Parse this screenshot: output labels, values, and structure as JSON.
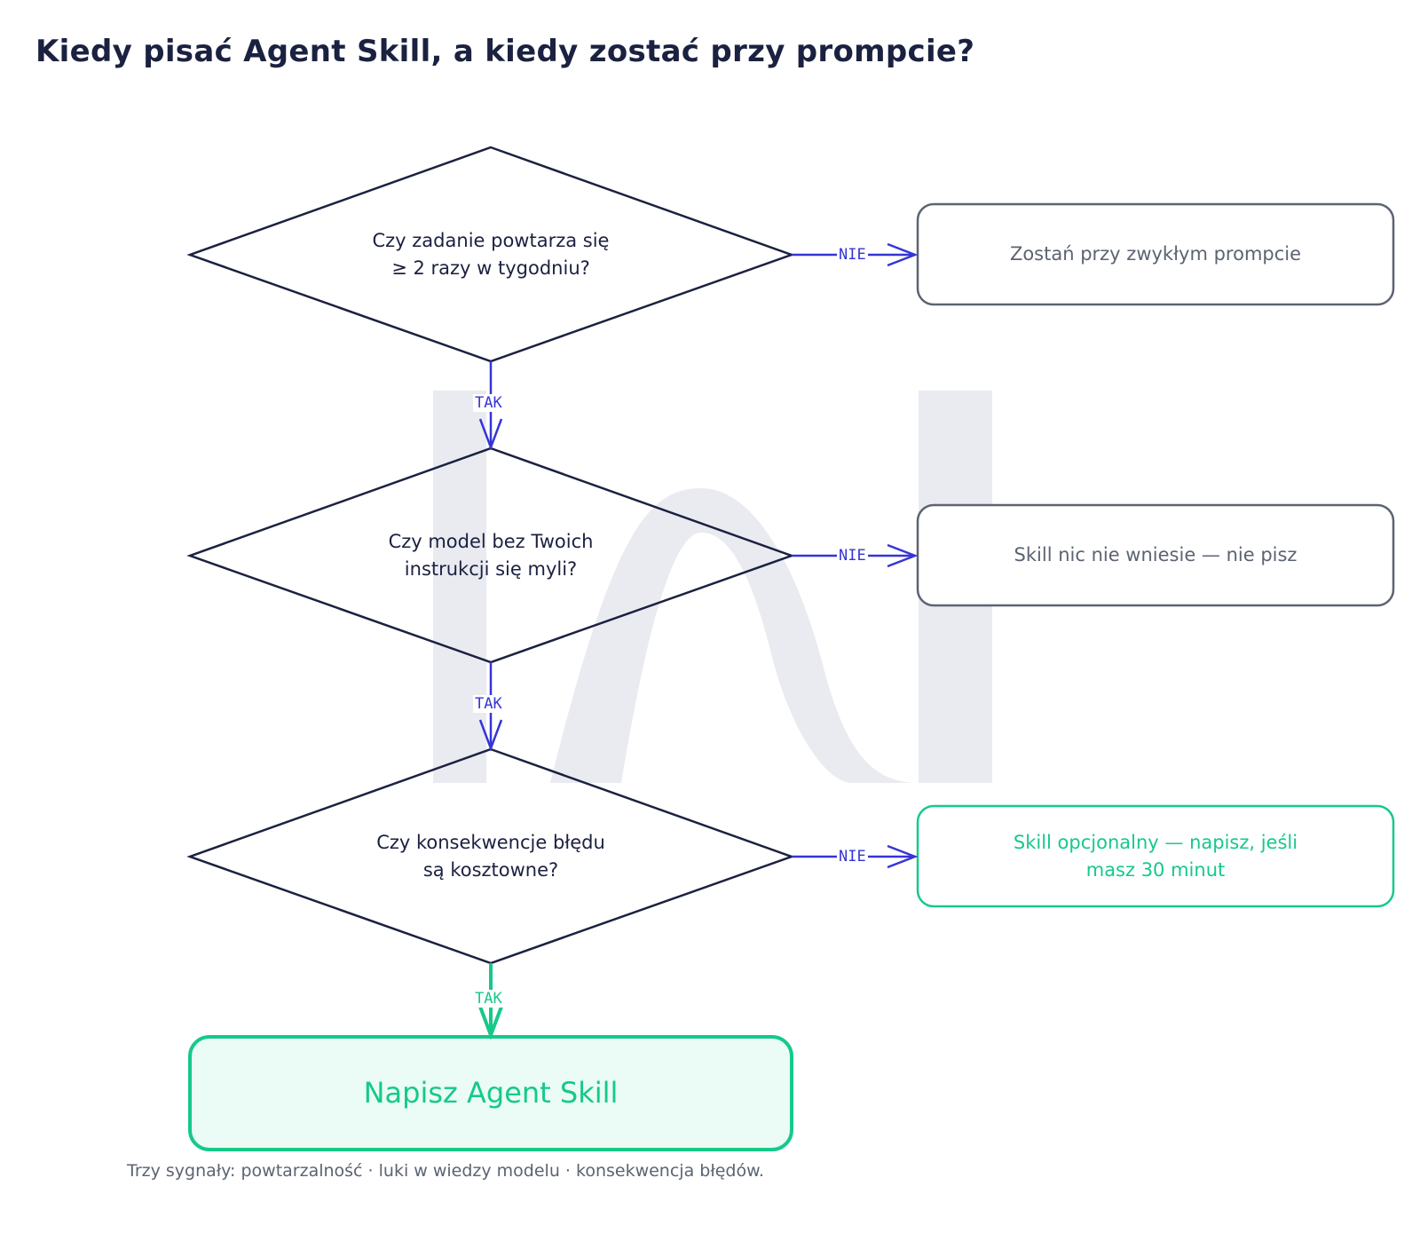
{
  "title": "Kiedy pisać Agent Skill, a kiedy zostać przy prompcie?",
  "colors": {
    "ink": "#1b2140",
    "blue": "#3535d6",
    "green": "#16c98a",
    "gray": "#5c6372",
    "watermark": "#e9ebf0",
    "final_fill": "#eafcf5"
  },
  "decisions": [
    {
      "line1": "Czy zadanie powtarza się",
      "line2": "≥ 2 razy w tygodniu?"
    },
    {
      "line1": "Czy model bez Twoich",
      "line2": "instrukcji się myli?"
    },
    {
      "line1": "Czy konsekwencje błędu",
      "line2": "są kosztowne?"
    }
  ],
  "outcomes": [
    {
      "text": "Zostań przy zwykłym prompcie"
    },
    {
      "text": "Skill nic nie wniesie — nie pisz"
    },
    {
      "line1": "Skill opcjonalny — napisz, jeśli",
      "line2": "masz 30 minut"
    }
  ],
  "edges": {
    "yes_label": "TAK",
    "no_label": "NIE"
  },
  "final": {
    "text": "Napisz Agent Skill"
  },
  "footer": "Trzy sygnały: powtarzalność · luki w wiedzy modelu · konsekwencja błędów."
}
